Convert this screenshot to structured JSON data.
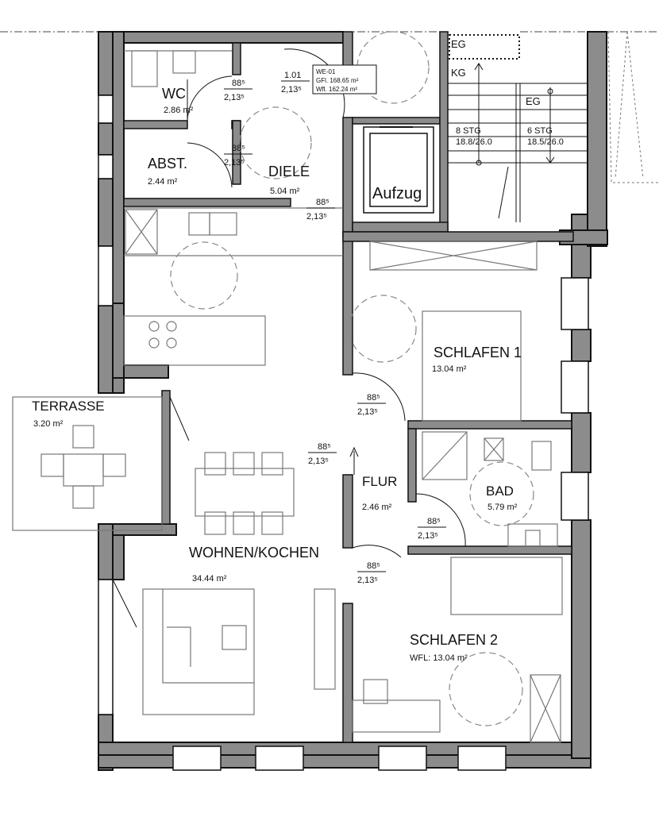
{
  "rooms": {
    "wc": {
      "name": "WC",
      "area": "2.86 m²"
    },
    "abst": {
      "name": "ABST.",
      "area": "2.44 m²"
    },
    "diele": {
      "name": "DIELE",
      "area": "5.04 m²"
    },
    "aufzug": {
      "name": "Aufzug"
    },
    "schlafen1": {
      "name": "SCHLAFEN 1",
      "area": "13.04 m²"
    },
    "terrasse": {
      "name": "TERRASSE",
      "area": "3.20 m²"
    },
    "flur": {
      "name": "FLUR",
      "area": "2.46 m²"
    },
    "bad": {
      "name": "BAD",
      "area": "5.79 m²"
    },
    "wohnen": {
      "name": "WOHNEN/KOCHEN",
      "area": "34.44 m²"
    },
    "schlafen2": {
      "name": "SCHLAFEN 2",
      "area": "WFL:  13.04 m²"
    }
  },
  "door": {
    "width": "88⁵",
    "height": "2,13⁵"
  },
  "entrance": {
    "number": "1.01",
    "height": "2,13⁵",
    "unit_id": "WE-01",
    "gfl": "GFl.  168.65 m²",
    "wfl": "Wfl.  162.24 m²"
  },
  "stairs": {
    "eg_top": "EG",
    "kg": "KG",
    "eg": "EG",
    "flight1": "8 STG",
    "flight1_ratio": "18.8/26.0",
    "flight2": "6 STG",
    "flight2_ratio": "18.5/26.0"
  },
  "colors": {
    "wall_fill": "#8c8c8c",
    "line": "#111111",
    "furniture": "#777777",
    "dash": "#888888"
  }
}
